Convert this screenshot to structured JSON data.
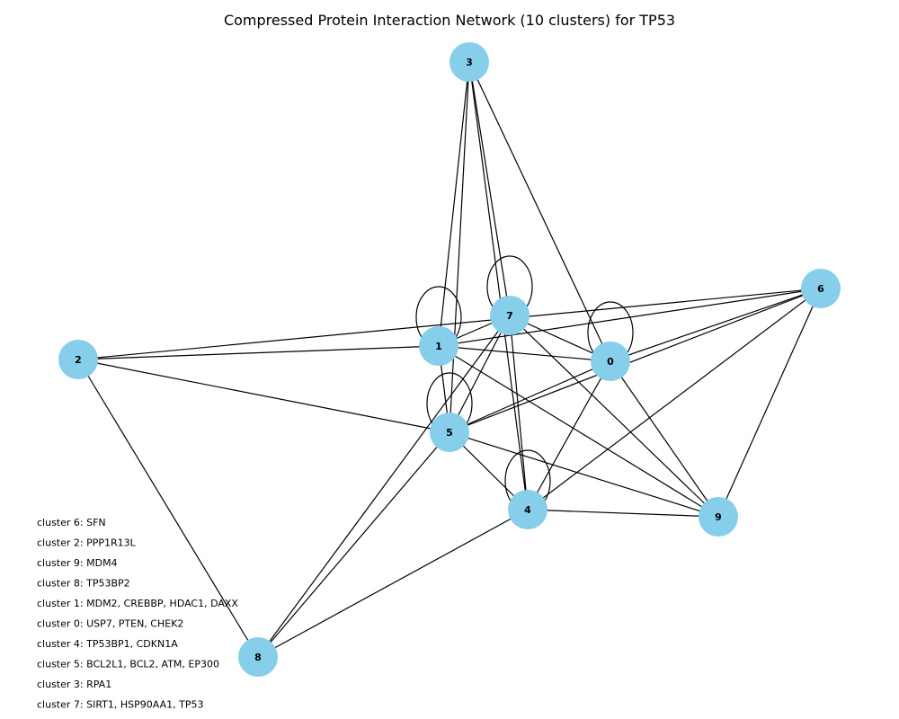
{
  "title": "Compressed Protein Interaction Network (10 clusters) for TP53",
  "colors": {
    "node": "#87CEEB",
    "edge": "#000000"
  },
  "nodes": [
    {
      "id": "0",
      "label": "0"
    },
    {
      "id": "1",
      "label": "1"
    },
    {
      "id": "2",
      "label": "2"
    },
    {
      "id": "3",
      "label": "3"
    },
    {
      "id": "4",
      "label": "4"
    },
    {
      "id": "5",
      "label": "5"
    },
    {
      "id": "6",
      "label": "6"
    },
    {
      "id": "7",
      "label": "7"
    },
    {
      "id": "8",
      "label": "8"
    },
    {
      "id": "9",
      "label": "9"
    }
  ],
  "edges": [
    [
      "3",
      "1"
    ],
    [
      "3",
      "7"
    ],
    [
      "3",
      "4"
    ],
    [
      "3",
      "5"
    ],
    [
      "3",
      "0"
    ],
    [
      "2",
      "1"
    ],
    [
      "2",
      "6"
    ],
    [
      "2",
      "5"
    ],
    [
      "2",
      "8"
    ],
    [
      "1",
      "7"
    ],
    [
      "1",
      "0"
    ],
    [
      "1",
      "5"
    ],
    [
      "1",
      "9"
    ],
    [
      "1",
      "6"
    ],
    [
      "7",
      "0"
    ],
    [
      "7",
      "5"
    ],
    [
      "7",
      "4"
    ],
    [
      "7",
      "8"
    ],
    [
      "7",
      "9"
    ],
    [
      "0",
      "6"
    ],
    [
      "0",
      "5"
    ],
    [
      "0",
      "4"
    ],
    [
      "0",
      "9"
    ],
    [
      "6",
      "5"
    ],
    [
      "6",
      "4"
    ],
    [
      "6",
      "9"
    ],
    [
      "5",
      "4"
    ],
    [
      "5",
      "9"
    ],
    [
      "5",
      "8"
    ],
    [
      "4",
      "9"
    ],
    [
      "4",
      "8"
    ]
  ],
  "self_loops": [
    "1",
    "7",
    "0",
    "5",
    "4"
  ],
  "legend": [
    "cluster 6: SFN",
    "cluster 2: PPP1R13L",
    "cluster 9: MDM4",
    "cluster 8: TP53BP2",
    "cluster 1: MDM2, CREBBP, HDAC1, DAXX",
    "cluster 0: USP7, PTEN, CHEK2",
    "cluster 4: TP53BP1, CDKN1A",
    "cluster 5: BCL2L1, BCL2, ATM, EP300",
    "cluster 3: RPA1",
    "cluster 7: SIRT1, HSP90AA1, TP53"
  ]
}
